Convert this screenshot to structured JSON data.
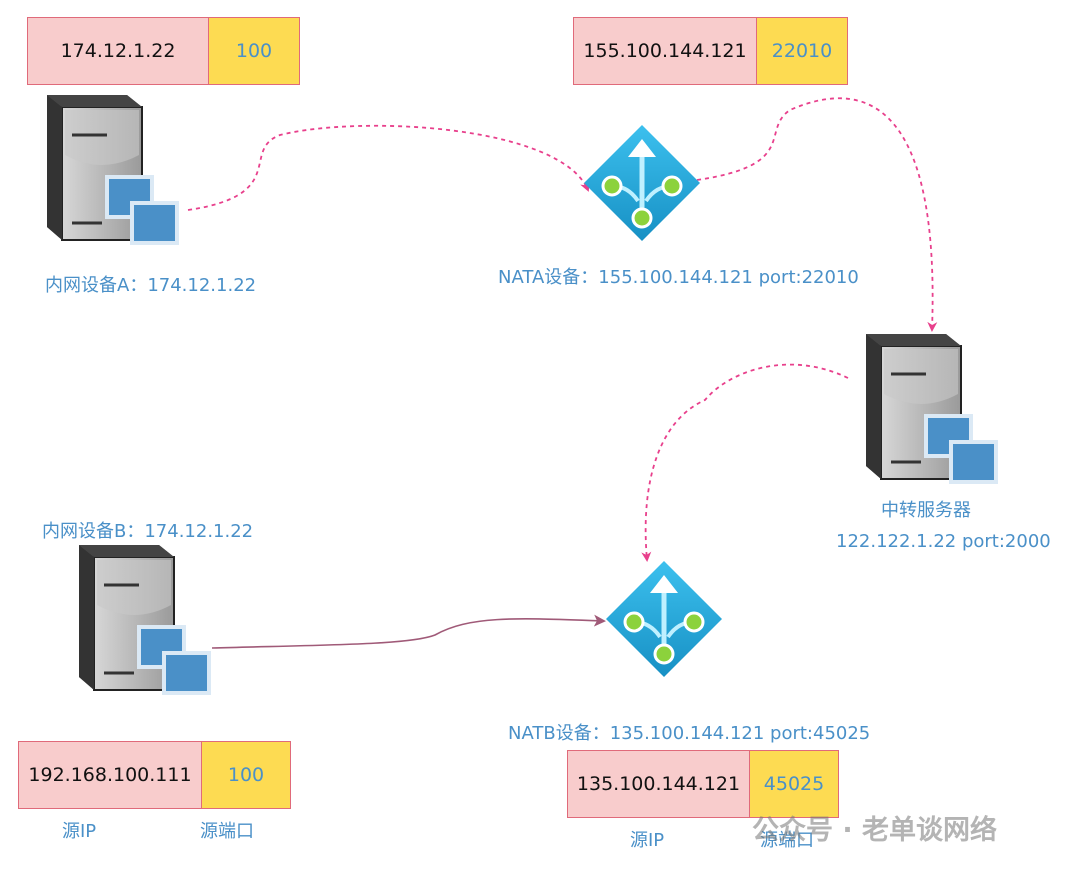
{
  "devices": {
    "host_a": {
      "label": "内网设备A：174.12.1.22",
      "ip": "174.12.1.22",
      "port": "100"
    },
    "nat_a": {
      "label": "NATA设备：155.100.144.121 port:22010",
      "ip": "155.100.144.121",
      "port": "22010"
    },
    "relay": {
      "label": "中转服务器",
      "label2": "122.122.1.22  port:2000"
    },
    "host_b": {
      "label": "内网设备B：174.12.1.22",
      "ip": "192.168.100.111",
      "port": "100",
      "ip_caption": "源IP",
      "port_caption": "源端口"
    },
    "nat_b": {
      "label": "NATB设备：135.100.144.121 port:45025",
      "ip": "135.100.144.121",
      "port": "45025",
      "ip_caption": "源IP",
      "port_caption": "源端口"
    }
  },
  "watermark": "公众号 · 老单谈网络",
  "colors": {
    "ip_fill": "#f8cccc",
    "port_fill": "#fddb52",
    "border": "#e06a7a",
    "label": "#4a90c8",
    "dashed_arrow": "#e8408c",
    "solid_arrow": "#a05a78",
    "router": "#2aa9d8"
  },
  "icons": [
    "server-icon",
    "router-icon"
  ]
}
